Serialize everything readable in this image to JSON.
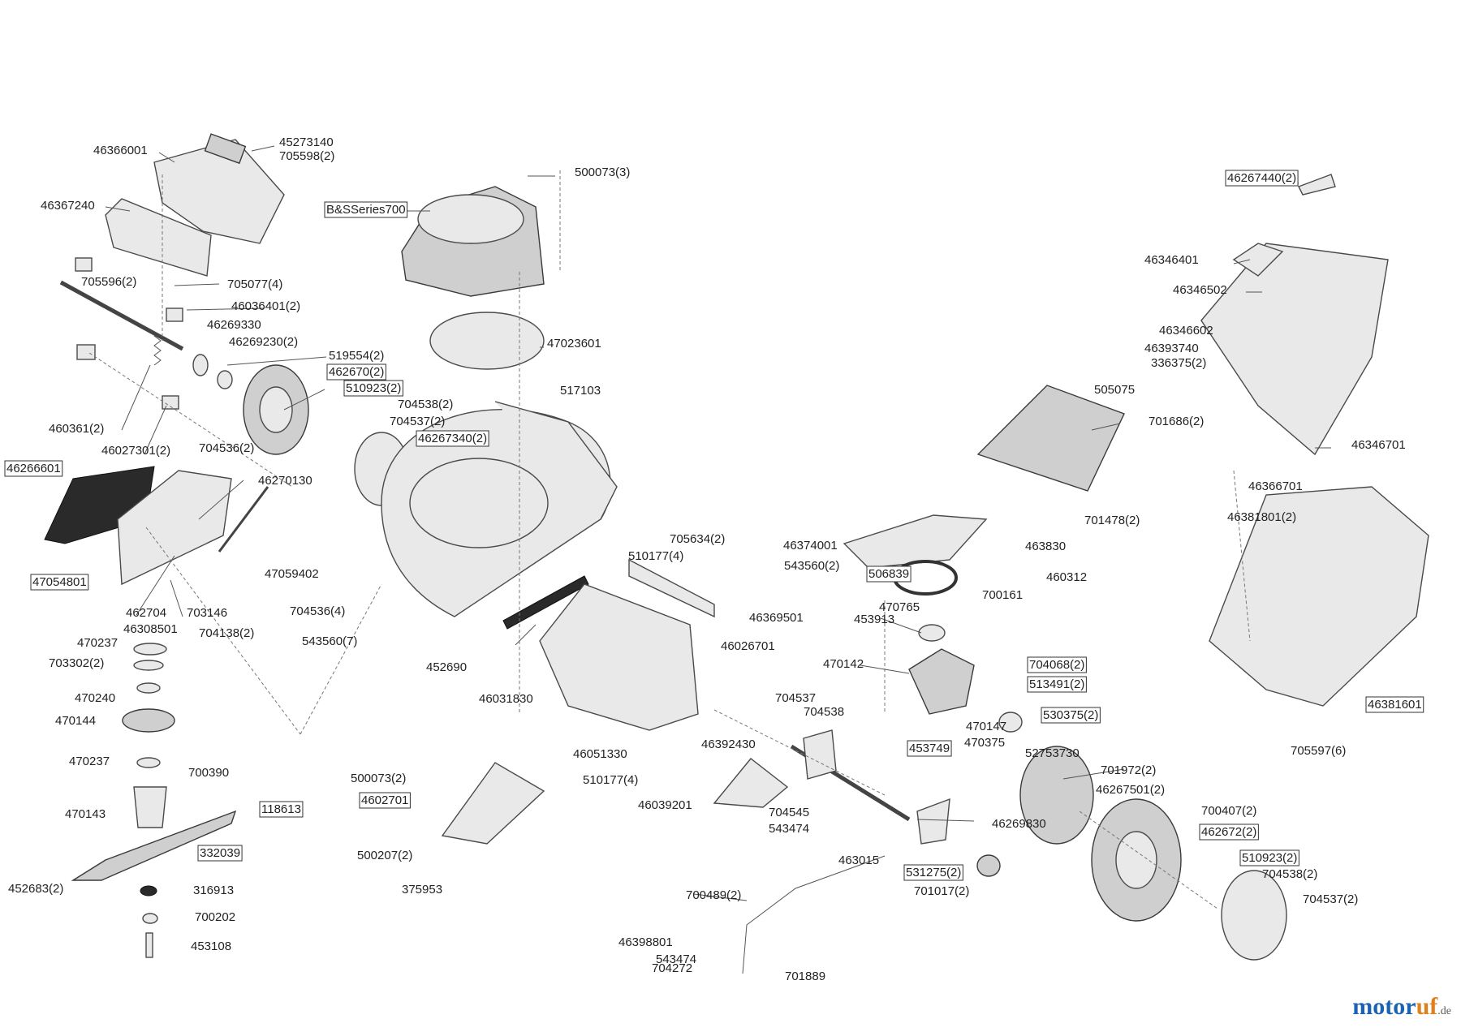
{
  "brand": {
    "part1": "motor",
    "part2": "uf",
    "suffix": ".de"
  },
  "labels": [
    {
      "text": "46366001",
      "boxed": false
    },
    {
      "text": "45273140",
      "boxed": false
    },
    {
      "text": "705598(2)",
      "boxed": false
    },
    {
      "text": "46367240",
      "boxed": false
    },
    {
      "text": "705596(2)",
      "boxed": false
    },
    {
      "text": "705077(4)",
      "boxed": false
    },
    {
      "text": "46036401(2)",
      "boxed": false
    },
    {
      "text": "46269330",
      "boxed": false
    },
    {
      "text": "46269230(2)",
      "boxed": false
    },
    {
      "text": "519554(2)",
      "boxed": false
    },
    {
      "text": "462670(2)",
      "boxed": true
    },
    {
      "text": "510923(2)",
      "boxed": true
    },
    {
      "text": "704538(2)",
      "boxed": false
    },
    {
      "text": "704537(2)",
      "boxed": false
    },
    {
      "text": "46267340(2)",
      "boxed": true
    },
    {
      "text": "460361(2)",
      "boxed": false
    },
    {
      "text": "46027301(2)",
      "boxed": false
    },
    {
      "text": "704536(2)",
      "boxed": false
    },
    {
      "text": "46266601",
      "boxed": true
    },
    {
      "text": "46270130",
      "boxed": false
    },
    {
      "text": "47054801",
      "boxed": true
    },
    {
      "text": "462704",
      "boxed": false
    },
    {
      "text": "703146",
      "boxed": false
    },
    {
      "text": "46308501",
      "boxed": false
    },
    {
      "text": "704138(2)",
      "boxed": false
    },
    {
      "text": "470237",
      "boxed": false
    },
    {
      "text": "703302(2)",
      "boxed": false
    },
    {
      "text": "470240",
      "boxed": false
    },
    {
      "text": "470144",
      "boxed": false
    },
    {
      "text": "470237",
      "boxed": false
    },
    {
      "text": "700390",
      "boxed": false
    },
    {
      "text": "470143",
      "boxed": false
    },
    {
      "text": "118613",
      "boxed": true
    },
    {
      "text": "332039",
      "boxed": true
    },
    {
      "text": "316913",
      "boxed": false
    },
    {
      "text": "700202",
      "boxed": false
    },
    {
      "text": "453108",
      "boxed": false
    },
    {
      "text": "500073(3)",
      "boxed": false
    },
    {
      "text": "B&SSeries700",
      "boxed": true
    },
    {
      "text": "47023601",
      "boxed": false
    },
    {
      "text": "517103",
      "boxed": false
    },
    {
      "text": "47059402",
      "boxed": false
    },
    {
      "text": "704536(4)",
      "boxed": false
    },
    {
      "text": "543560(7)",
      "boxed": false
    },
    {
      "text": "452690",
      "boxed": false
    },
    {
      "text": "705634(2)",
      "boxed": false
    },
    {
      "text": "510177(4)",
      "boxed": false
    },
    {
      "text": "543560(2)",
      "boxed": false
    },
    {
      "text": "46369501",
      "boxed": false
    },
    {
      "text": "46026701",
      "boxed": false
    },
    {
      "text": "46031830",
      "boxed": false
    },
    {
      "text": "46051330",
      "boxed": false
    },
    {
      "text": "510177(4)",
      "boxed": false
    },
    {
      "text": "46039201",
      "boxed": false
    },
    {
      "text": "500073(2)",
      "boxed": false
    },
    {
      "text": "4602701",
      "boxed": true
    },
    {
      "text": "500207(2)",
      "boxed": false
    },
    {
      "text": "375953",
      "boxed": false
    },
    {
      "text": "46374001",
      "boxed": false
    },
    {
      "text": "506839",
      "boxed": true
    },
    {
      "text": "700161",
      "boxed": false
    },
    {
      "text": "470765",
      "boxed": false
    },
    {
      "text": "453913",
      "boxed": false
    },
    {
      "text": "470142",
      "boxed": false
    },
    {
      "text": "704068(2)",
      "boxed": true
    },
    {
      "text": "513491(2)",
      "boxed": true
    },
    {
      "text": "530375(2)",
      "boxed": true
    },
    {
      "text": "470147",
      "boxed": false
    },
    {
      "text": "453749",
      "boxed": true
    },
    {
      "text": "470375",
      "boxed": false
    },
    {
      "text": "704537",
      "boxed": false
    },
    {
      "text": "704538",
      "boxed": false
    },
    {
      "text": "46392430",
      "boxed": false
    },
    {
      "text": "704545",
      "boxed": false
    },
    {
      "text": "543474",
      "boxed": false
    },
    {
      "text": "46269830",
      "boxed": false
    },
    {
      "text": "463015",
      "boxed": false
    },
    {
      "text": "531275(2)",
      "boxed": true
    },
    {
      "text": "701017(2)",
      "boxed": false
    },
    {
      "text": "700489(2)",
      "boxed": false
    },
    {
      "text": "46398801",
      "boxed": false
    },
    {
      "text": "543474",
      "boxed": false
    },
    {
      "text": "704272",
      "boxed": false
    },
    {
      "text": "701889",
      "boxed": false
    },
    {
      "text": "52753730",
      "boxed": false
    },
    {
      "text": "701972(2)",
      "boxed": false
    },
    {
      "text": "46267501(2)",
      "boxed": false
    },
    {
      "text": "700407(2)",
      "boxed": false
    },
    {
      "text": "462672(2)",
      "boxed": true
    },
    {
      "text": "510923(2)",
      "boxed": true
    },
    {
      "text": "704538(2)",
      "boxed": false
    },
    {
      "text": "704537(2)",
      "boxed": false
    },
    {
      "text": "46267440(2)",
      "boxed": true
    },
    {
      "text": "46346401",
      "boxed": false
    },
    {
      "text": "46346502",
      "boxed": false
    },
    {
      "text": "46346602",
      "boxed": false
    },
    {
      "text": "46393740",
      "boxed": false
    },
    {
      "text": "336375(2)",
      "boxed": false
    },
    {
      "text": "505075",
      "boxed": false
    },
    {
      "text": "701686(2)",
      "boxed": false
    },
    {
      "text": "46346701",
      "boxed": false
    },
    {
      "text": "46366701",
      "boxed": false
    },
    {
      "text": "701478(2)",
      "boxed": false
    },
    {
      "text": "463830",
      "boxed": false
    },
    {
      "text": "460312",
      "boxed": false
    },
    {
      "text": "46381801(2)",
      "boxed": false
    },
    {
      "text": "46381601",
      "boxed": true
    },
    {
      "text": "705597(6)",
      "boxed": false
    },
    {
      "text": "452683(2)",
      "boxed": false
    }
  ]
}
